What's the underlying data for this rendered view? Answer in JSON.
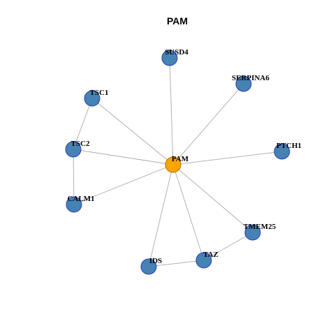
{
  "title": "PAM",
  "colors": {
    "hub_fill": "#FFA500",
    "hub_stroke": "#b36b00",
    "node_fill": "#4682B4",
    "node_stroke": "#2a3fb8",
    "edge": "#aaaaaa"
  },
  "network": {
    "nodes": [
      {
        "id": "PAM",
        "label": "PAM",
        "hub": true
      },
      {
        "id": "SUSD4",
        "label": "SUSD4"
      },
      {
        "id": "SERPINA6",
        "label": "SERPINA6"
      },
      {
        "id": "TSC1",
        "label": "TSC1"
      },
      {
        "id": "TSC2",
        "label": "TSC2"
      },
      {
        "id": "PTCH1",
        "label": "PTCH1"
      },
      {
        "id": "CALM1",
        "label": "CALM1"
      },
      {
        "id": "TMEM25",
        "label": "TMEM25"
      },
      {
        "id": "TAZ",
        "label": "TAZ"
      },
      {
        "id": "IDS",
        "label": "IDS"
      }
    ],
    "edges": [
      [
        "PAM",
        "SUSD4"
      ],
      [
        "PAM",
        "SERPINA6"
      ],
      [
        "PAM",
        "TSC1"
      ],
      [
        "PAM",
        "TSC2"
      ],
      [
        "PAM",
        "PTCH1"
      ],
      [
        "PAM",
        "CALM1"
      ],
      [
        "PAM",
        "TMEM25"
      ],
      [
        "PAM",
        "TAZ"
      ],
      [
        "PAM",
        "IDS"
      ],
      [
        "TSC1",
        "TSC2"
      ],
      [
        "TSC2",
        "CALM1"
      ],
      [
        "TMEM25",
        "TAZ"
      ],
      [
        "TAZ",
        "IDS"
      ]
    ]
  }
}
